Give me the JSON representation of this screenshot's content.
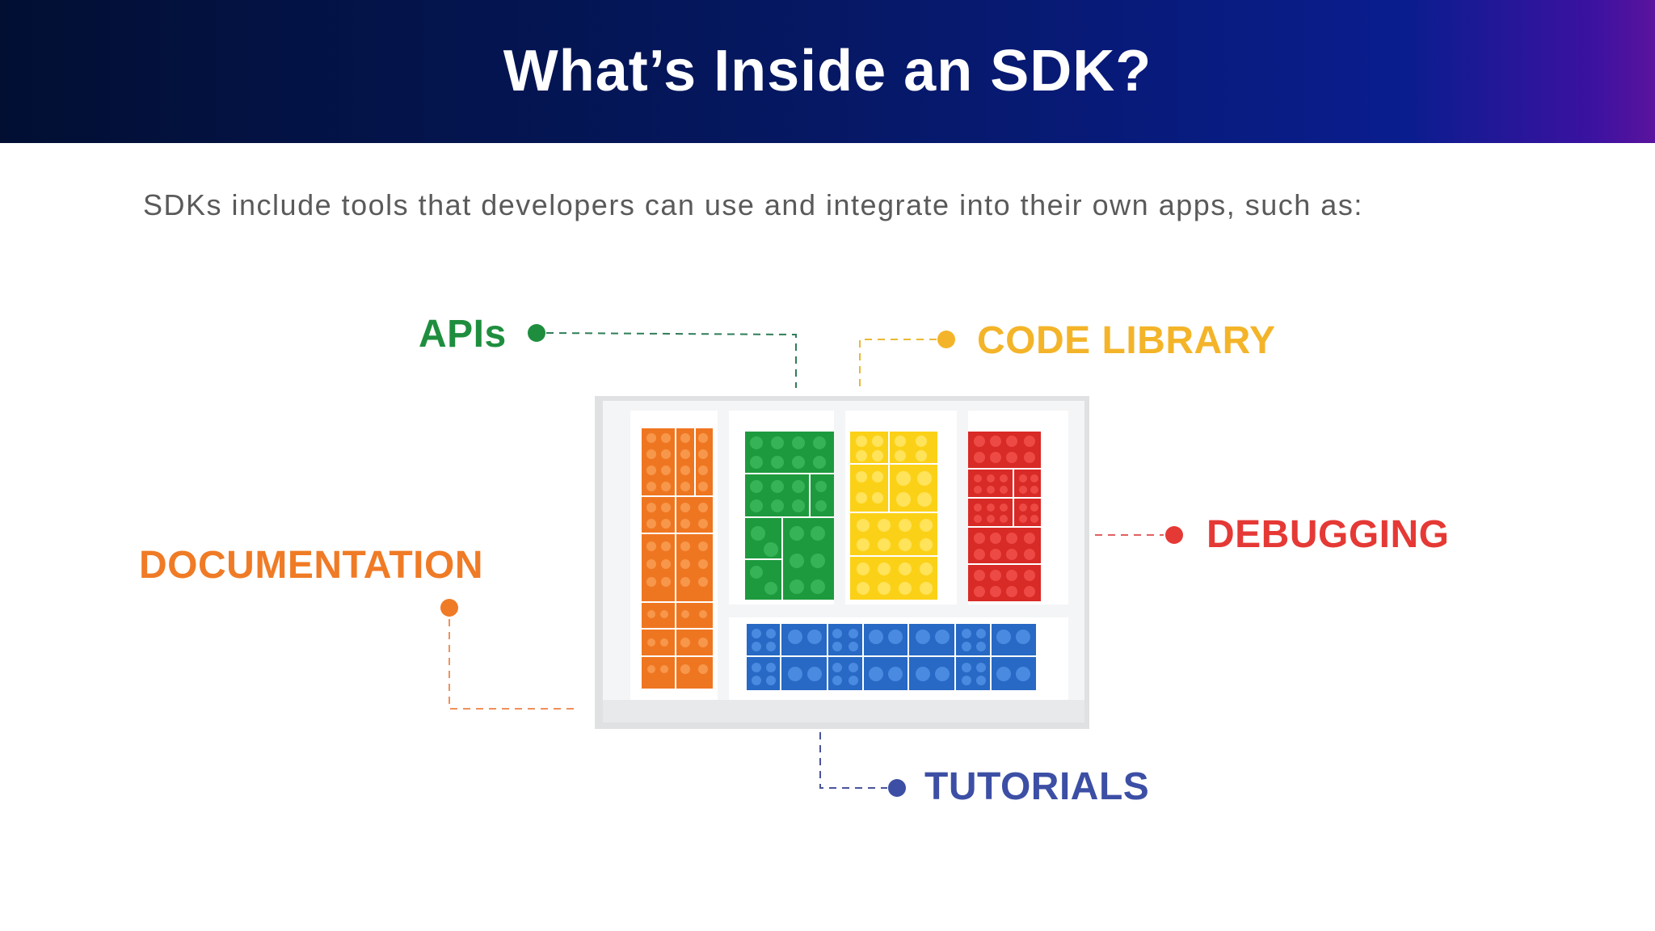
{
  "header": {
    "title": "What’s Inside an SDK?"
  },
  "intro": {
    "text": "SDKs include tools that developers can use and integrate into their own apps, such as:"
  },
  "components": [
    {
      "label": "APIs",
      "color": "#1e8e3e"
    },
    {
      "label": "CODE LIBRARY",
      "color": "#f4b429"
    },
    {
      "label": "DEBUGGING",
      "color": "#e53935"
    },
    {
      "label": "DOCUMENTATION",
      "color": "#f07b26"
    },
    {
      "label": "TUTORIALS",
      "color": "#3c4fa5"
    }
  ],
  "colors": {
    "header_start": "#020f33",
    "header_end": "#5a139e",
    "brick_orange": "#ef7621",
    "brick_green": "#1e9a3e",
    "brick_yellow": "#fbd118",
    "brick_red": "#d82a26",
    "brick_blue": "#2769c4"
  },
  "icons": {
    "organizer": "brick-organizer-tray-icon"
  }
}
